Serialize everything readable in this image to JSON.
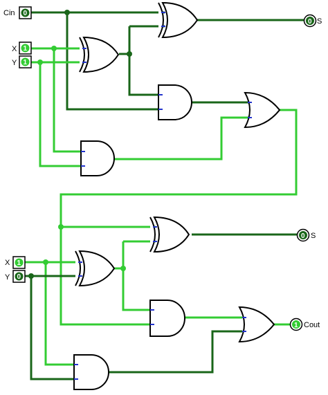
{
  "colors": {
    "wire_high": "#33cc33",
    "wire_low": "#196619",
    "pin_on": "#33cc33",
    "pin_off": "#196619",
    "gate_stroke": "#000000",
    "input_tick": "#2233cc"
  },
  "circuit1": {
    "inputs": {
      "cin": {
        "label": "Cin",
        "value": "0"
      },
      "x": {
        "label": "X",
        "value": "1"
      },
      "y": {
        "label": "Y",
        "value": "1"
      }
    },
    "outputs": {
      "s": {
        "label": "S",
        "value": "0"
      }
    }
  },
  "circuit2": {
    "inputs": {
      "x": {
        "label": "X",
        "value": "1"
      },
      "y": {
        "label": "Y",
        "value": "0"
      }
    },
    "outputs": {
      "s": {
        "label": "S",
        "value": "0"
      },
      "cout": {
        "label": "Cout",
        "value": "1"
      }
    }
  },
  "icons": [
    "xor-gate-icon",
    "and-gate-icon",
    "or-gate-icon",
    "input-pin-icon",
    "output-pin-icon"
  ]
}
